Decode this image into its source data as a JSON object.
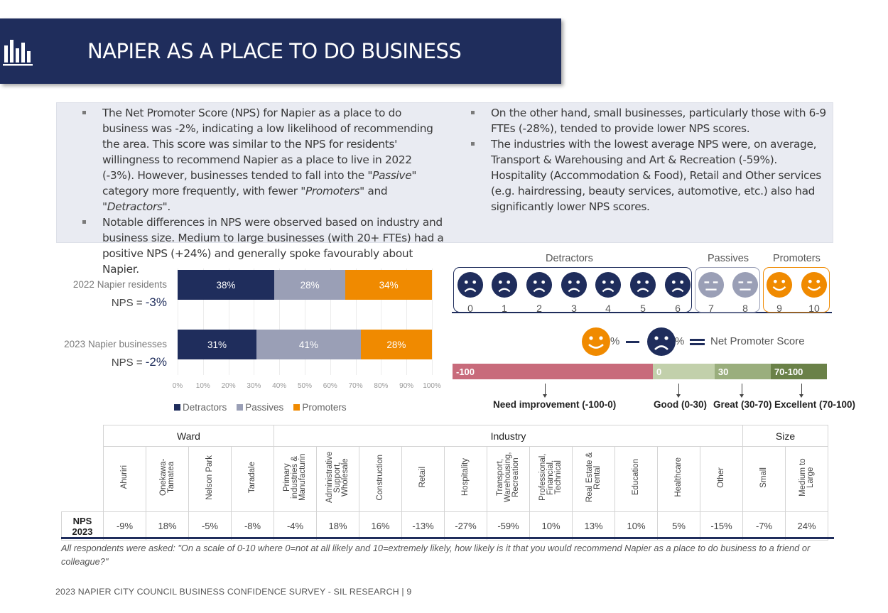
{
  "header": {
    "title": "NAPIER AS A PLACE TO DO BUSINESS",
    "icon": "bar-chart-icon"
  },
  "summary": {
    "left": [
      "The Net Promoter Score (NPS) for Napier as a place to do business was -2%, indicating a low likelihood of recommending the area. This score was similar to the NPS for residents' willingness to recommend Napier as a place to live in 2022 (-3%). However, businesses tended to fall into the \"Passive\" category more frequently, with fewer \"Promoters\" and \"Detractors\".",
      "Notable differences in NPS were observed based on industry and business size. Medium to large businesses (with 20+ FTEs) had a positive NPS (+24%) and generally spoke favourably about Napier."
    ],
    "right": [
      "On the other hand, small businesses, particularly those with 6-9 FTEs (-28%), tended to provide lower NPS scores.",
      "The industries with the lowest average NPS were, on average, Transport & Warehousing and Art & Recreation (-59%). Hospitality (Accommodation & Food), Retail and Other services (e.g. hairdressing, beauty services, automotive, etc.) also had significantly lower NPS scores."
    ]
  },
  "chart_data": {
    "type": "bar",
    "orientation": "horizontal-stacked",
    "categories": [
      "2022 Napier residents",
      "2023 Napier businesses"
    ],
    "series": [
      {
        "name": "Detractors",
        "values": [
          38,
          31
        ],
        "labels": [
          "38%",
          "31%"
        ],
        "color": "#1f2d5c"
      },
      {
        "name": "Passives",
        "values": [
          28,
          41
        ],
        "labels": [
          "28%",
          "41%"
        ],
        "color": "#9a9fb6"
      },
      {
        "name": "Promoters",
        "values": [
          34,
          28
        ],
        "labels": [
          "34%",
          "28%"
        ],
        "color": "#f08a00"
      }
    ],
    "nps": [
      {
        "prefix": "NPS = ",
        "value": "-3%"
      },
      {
        "prefix": "NPS = ",
        "value": "-2%"
      }
    ],
    "xticks": [
      "0%",
      "10%",
      "20%",
      "30%",
      "40%",
      "50%",
      "60%",
      "70%",
      "80%",
      "90%",
      "100%"
    ],
    "xlim": [
      0,
      100
    ],
    "legend_position": "bottom"
  },
  "scale": {
    "groups": [
      {
        "label": "Detractors",
        "color": "#1f2d5c",
        "from": 0,
        "to": 6
      },
      {
        "label": "Passives",
        "color": "#9a9fb6",
        "from": 7,
        "to": 8
      },
      {
        "label": "Promoters",
        "color": "#f08a00",
        "from": 9,
        "to": 10
      }
    ],
    "numbers": [
      "0",
      "1",
      "2",
      "3",
      "4",
      "5",
      "6",
      "7",
      "8",
      "9",
      "10"
    ]
  },
  "formula": {
    "promoter_pct": "%",
    "detractor_pct": "%",
    "result_label": "Net Promoter Score"
  },
  "ranges": {
    "segments": [
      {
        "label": "-100",
        "color": "#c86b7b",
        "share": 0.535
      },
      {
        "label": "0",
        "color": "#c2d0ab",
        "share": 0.165
      },
      {
        "label": "30",
        "color": "#9aae7d",
        "share": 0.15
      },
      {
        "label": "70-100",
        "color": "#6a8148",
        "share": 0.15
      }
    ],
    "descriptions": [
      "Need improvement (-100-0)",
      "Good (0-30)",
      "Great (30-70)",
      "Excellent (70-100)"
    ]
  },
  "table": {
    "groups": [
      {
        "label": "Ward",
        "span": 4
      },
      {
        "label": "Industry",
        "span": 11
      },
      {
        "label": "Size",
        "span": 2
      }
    ],
    "columns": [
      "Ahuriri",
      "Onekawa-Tamatea",
      "Nelson Park",
      "Taradale",
      "Primary industries & Manufacturin",
      "Administrative Support, Wholesale",
      "Construction",
      "Retail",
      "Hospitality",
      "Transport, Warehousing, Recreation",
      "Professional, Financial, Technical",
      "Real Estate & Rental",
      "Education",
      "Healthcare",
      "Other",
      "Small",
      "Medium to Large"
    ],
    "row_label": "NPS 2023",
    "values": [
      "-9%",
      "18%",
      "-5%",
      "-8%",
      "-4%",
      "18%",
      "16%",
      "-13%",
      "-27%",
      "-59%",
      "10%",
      "13%",
      "10%",
      "5%",
      "-15%",
      "-7%",
      "24%"
    ]
  },
  "footnote": "All respondents were asked: \"On a scale of 0-10 where 0=not at all likely and 10=extremely likely, how likely is it that you would recommend Napier as a place to do business to a friend or colleague?\"",
  "footer": "2023 NAPIER CITY COUNCIL BUSINESS CONFIDENCE SURVEY - SIL RESEARCH | 9"
}
